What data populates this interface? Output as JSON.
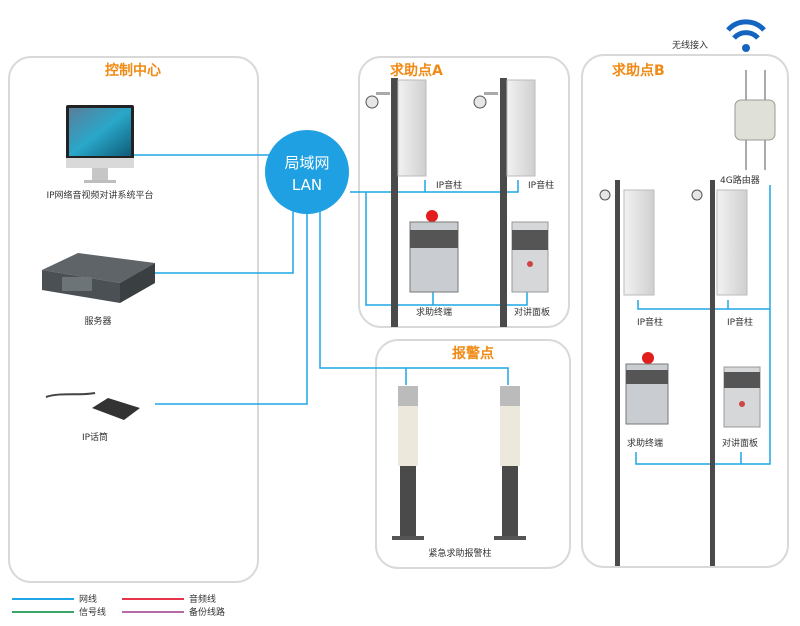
{
  "colors": {
    "title": "#f08a14",
    "network_line": "#1ea6e6",
    "signal_line": "#3aa66a",
    "audio_line": "#e8344a",
    "backup_line": "#b76aa8",
    "lan_circle": "#1ea0e2",
    "panel_border": "#d9d9d9"
  },
  "panels": {
    "control_center": {
      "title": "控制中心"
    },
    "help_point_a": {
      "title": "求助点A"
    },
    "alarm_point": {
      "title": "报警点"
    },
    "help_point_b": {
      "title": "求助点B"
    }
  },
  "lan": {
    "line1": "局域网",
    "line2": "LAN"
  },
  "devices": {
    "platform": "IP网络音视频对讲系统平台",
    "server": "服务器",
    "ip_mic": "IP话筒",
    "a_speaker1": "IP音柱",
    "a_speaker2": "IP音柱",
    "a_terminal": "求助终端",
    "a_intercom": "对讲面板",
    "alarm_column": "紧急求助报警柱",
    "b_router": "4G路由器",
    "b_speaker1": "IP音柱",
    "b_speaker2": "IP音柱",
    "b_terminal": "求助终端",
    "b_intercom": "对讲面板",
    "wireless": "无线接入"
  },
  "legend": [
    {
      "label": "网线",
      "color": "#1ea6e6"
    },
    {
      "label": "音频线",
      "color": "#e8344a"
    },
    {
      "label": "信号线",
      "color": "#3aa66a"
    },
    {
      "label": "备份线路",
      "color": "#b76aa8"
    }
  ]
}
